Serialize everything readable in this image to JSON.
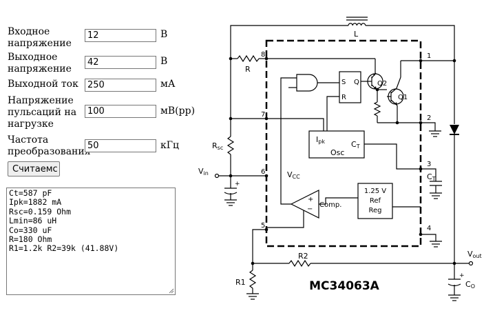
{
  "form": {
    "fields": [
      {
        "label": "Входное напряжение",
        "value": "12",
        "unit": "В"
      },
      {
        "label": "Выходное напряжение",
        "value": "42",
        "unit": "В"
      },
      {
        "label": "Выходной ток",
        "value": "250",
        "unit": "мА"
      },
      {
        "label": "Напряжение пульсаций на нагрузке",
        "value": "100",
        "unit": "мВ(pp)"
      },
      {
        "label": "Частота преобразования",
        "value": "50",
        "unit": "кГц"
      }
    ],
    "button_label": "Считаемс"
  },
  "output": {
    "lines": [
      "Ct=587 pF",
      "Ipk=1882 mA",
      "Rsc=0.159 Ohm",
      "Lmin=86 uH",
      "Co=330 uF",
      "R=180 Ohm",
      "R1=1.2k R2=39k (41.88V)"
    ]
  },
  "schematic": {
    "title": "MC34063A",
    "labels": {
      "L": "L",
      "R": "R",
      "Rsc_main": "R",
      "Rsc_sub": "sc",
      "Vin_main": "V",
      "Vin_sub": "in",
      "Vcc_main": "V",
      "Vcc_sub": "CC",
      "Ipk_main": "I",
      "Ipk_sub": "pk",
      "Osc": "Osc",
      "CT_main": "C",
      "CT_sub": "T",
      "CT2_main": "C",
      "CT2_sub": "T",
      "Ref1": "1.25 V",
      "Ref2": "Ref",
      "Ref3": "Reg",
      "Comp": "Comp.",
      "S": "S",
      "Q": "Q",
      "Rff": "R",
      "Q1": "Q1",
      "Q2": "Q2",
      "R1": "R1",
      "R2": "R2",
      "Vout_main": "V",
      "Vout_sub": "out",
      "Co_main": "C",
      "Co_sub": "O",
      "plus": "+",
      "minus": "−"
    },
    "pins": [
      "1",
      "2",
      "3",
      "4",
      "5",
      "6",
      "7",
      "8"
    ]
  }
}
